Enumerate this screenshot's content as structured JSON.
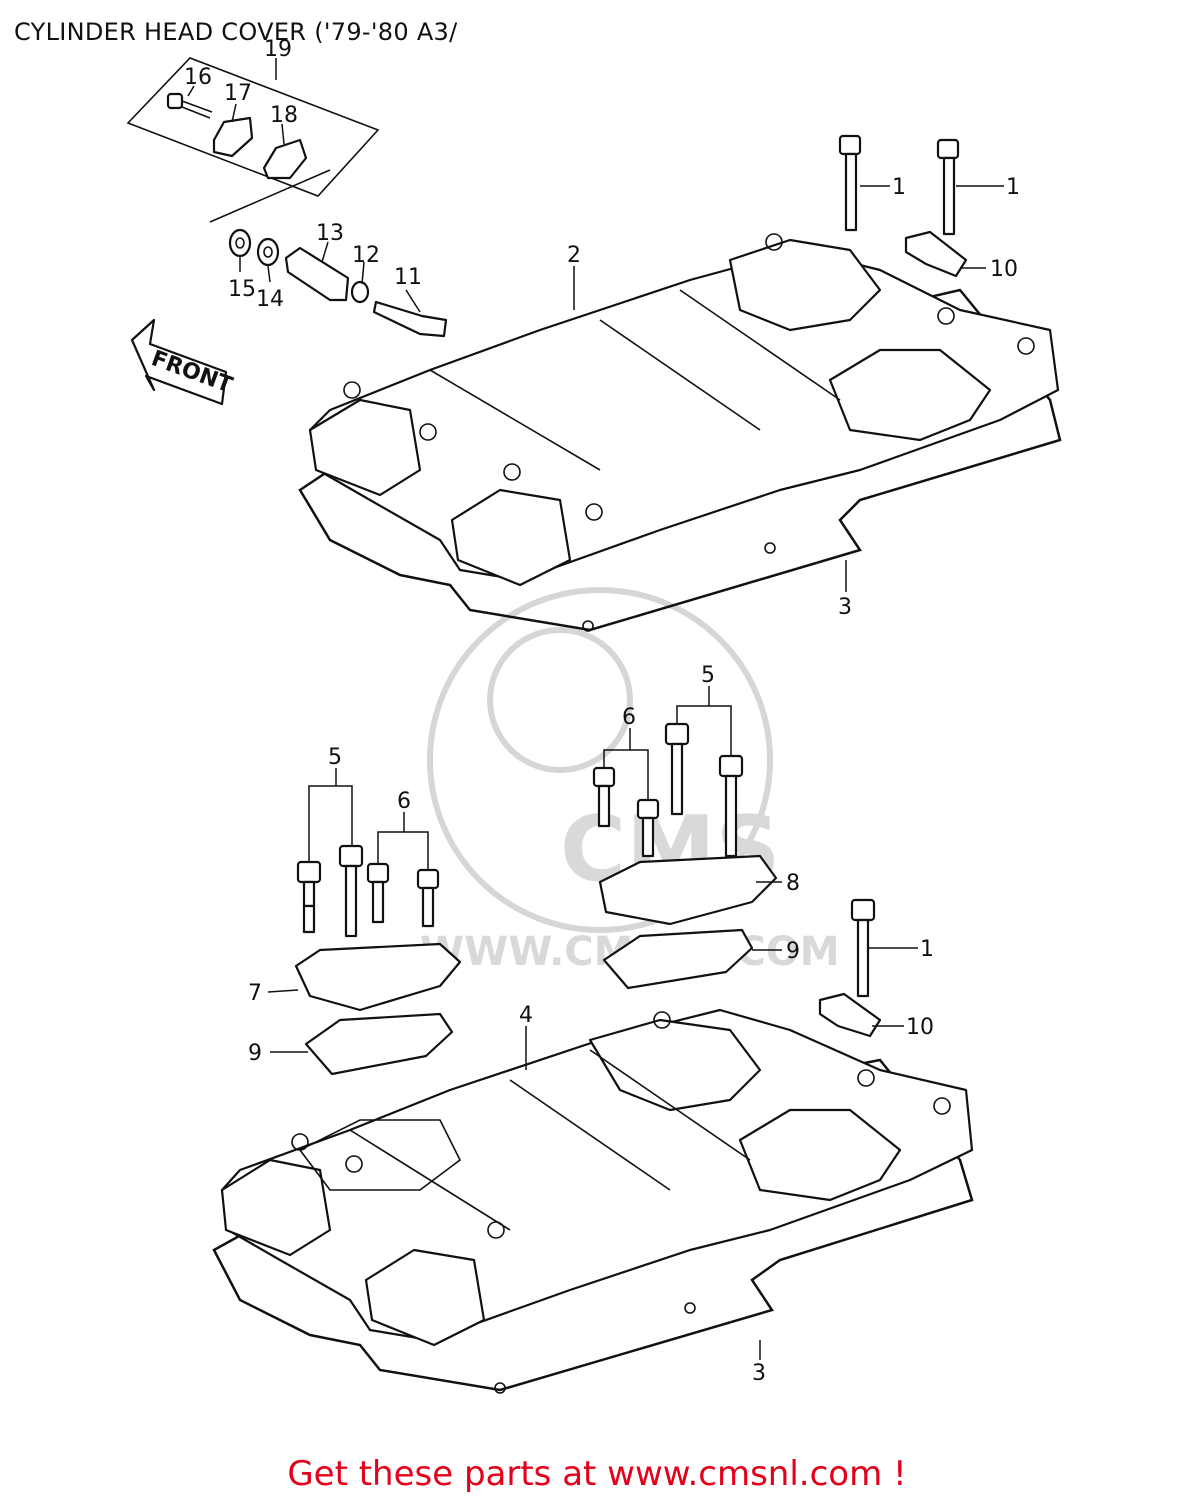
{
  "title": "CYLINDER HEAD COVER ('79-'80 A3/",
  "footer": "Get these parts at www.cmsnl.com !",
  "watermark_text": "WWW.CMSNL.COM",
  "watermark_logo": "CMS",
  "arrow_label": "FRONT",
  "colors": {
    "footer": "#e4001b",
    "lines": "#111111",
    "watermark": "#d6d6d6"
  },
  "callouts": {
    "c1a": "1",
    "c1b": "1",
    "c1c": "1",
    "c2": "2",
    "c3a": "3",
    "c3b": "3",
    "c4": "4",
    "c5a": "5",
    "c5b": "5",
    "c6a": "6",
    "c6b": "6",
    "c7": "7",
    "c8": "8",
    "c9a": "9",
    "c9b": "9",
    "c10a": "10",
    "c10b": "10",
    "c11": "11",
    "c12": "12",
    "c13": "13",
    "c14": "14",
    "c15": "15",
    "c16": "16",
    "c17": "17",
    "c18": "18",
    "c19": "19"
  }
}
